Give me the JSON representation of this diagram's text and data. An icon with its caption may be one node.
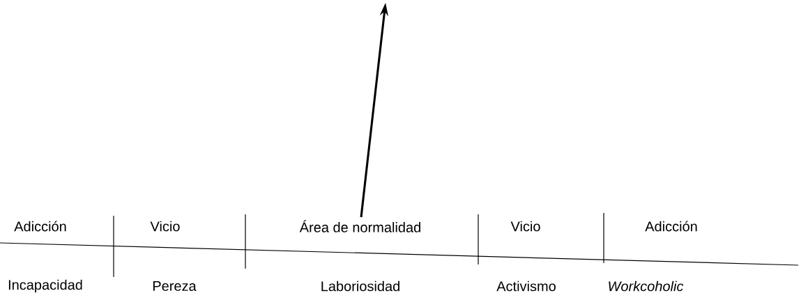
{
  "diagram": {
    "labels": [
      "Adicción",
      "Vicio",
      "Área de normalidad",
      "Vicio",
      "Adicción",
      "Incapacidad",
      "Pereza",
      "Laboriosidad",
      "Activismo",
      "Workcoholic"
    ]
  }
}
